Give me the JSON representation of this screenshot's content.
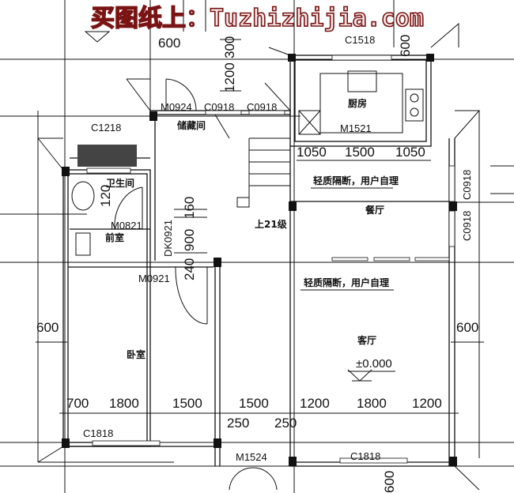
{
  "watermark": "买图纸上：Tuzhizhijia.com",
  "rooms": {
    "kitchen": "厨房",
    "storage": "储藏间",
    "bathroom": "卫生间",
    "anteroom": "前室",
    "dining": "餐厅",
    "bedroom": "卧室",
    "living": "客厅"
  },
  "notes": {
    "partition_1": "轻质隔断，用户自理",
    "partition_2": "轻质隔断，用户自理",
    "stairs": "上21级",
    "elevation": "±0.000"
  },
  "openings": {
    "c1518": "C1518",
    "m0924": "M0924",
    "c0918_a": "C0918",
    "c0918_b": "C0918",
    "m1521": "M1521",
    "c1218": "C1218",
    "c0918_right_1": "C0918",
    "c0918_right_2": "C0918",
    "m0821": "M0821",
    "dk0921": "DK0921",
    "m0921": "M0921",
    "c1818_left": "C1818",
    "m1524": "M1524",
    "c1818_right": "C1818"
  },
  "dimensions": {
    "top_600": "600",
    "top_300": "300",
    "top_1200": "1200",
    "kitchen_600": "600",
    "k_1050_a": "1050",
    "k_1500": "1500",
    "k_1050_b": "1050",
    "bath_120": "120",
    "d_160": "160",
    "d_900": "900",
    "d_240": "240",
    "left_600": "600",
    "right_600": "600",
    "b_700": "700",
    "b_1800_a": "1800",
    "b_1500_a": "1500",
    "b_1500_b": "1500",
    "b_1200_a": "1200",
    "b_1800_b": "1800",
    "b_1200_b": "1200",
    "b_250_a": "250",
    "b_250_b": "250",
    "bottom_600": "600"
  }
}
